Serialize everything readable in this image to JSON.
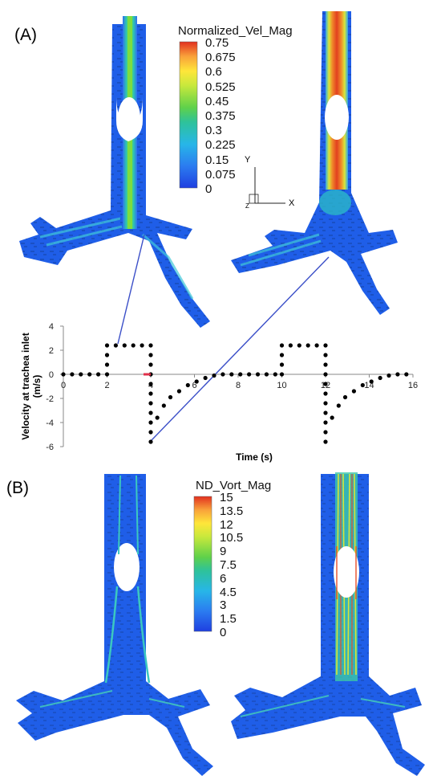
{
  "panel_a": {
    "label": "(A)",
    "colorbar": {
      "title": "Normalized_Vel_Mag",
      "ticks": [
        "0.75",
        "0.675",
        "0.6",
        "0.525",
        "0.45",
        "0.375",
        "0.3",
        "0.225",
        "0.15",
        "0.075",
        "0"
      ],
      "colors": [
        "#d7301f",
        "#f46d2a",
        "#fdae3a",
        "#fee63a",
        "#c7e83c",
        "#66d348",
        "#2ec27e",
        "#24c6c6",
        "#27a9e8",
        "#2b7cf0",
        "#1f3fe0"
      ]
    },
    "triad": {
      "y": "Y",
      "x": "X",
      "z": "Z"
    }
  },
  "panel_b": {
    "label": "(B)",
    "colorbar": {
      "title": "ND_Vort_Mag",
      "ticks": [
        "15",
        "13.5",
        "12",
        "10.5",
        "9",
        "7.5",
        "6",
        "4.5",
        "3",
        "1.5",
        "0"
      ],
      "colors": [
        "#d7301f",
        "#f46d2a",
        "#fdae3a",
        "#fee63a",
        "#c7e83c",
        "#66d348",
        "#2ec27e",
        "#24c6c6",
        "#27a9e8",
        "#2b7cf0",
        "#1f3fe0"
      ]
    }
  },
  "chart_data": {
    "type": "scatter",
    "xlabel": "Time (s)",
    "ylabel": "Velocity at trachea inlet (m/s)",
    "ylabel_lines": [
      "Velocity at trachea inlet",
      "(m/s)"
    ],
    "xlim": [
      0,
      16
    ],
    "ylim": [
      -6,
      4
    ],
    "xticks": [
      "0",
      "2",
      "4",
      "6",
      "8",
      "10",
      "12",
      "14",
      "16"
    ],
    "yticks": [
      "4",
      "2",
      "0",
      "-2",
      "-4",
      "-6"
    ],
    "grid": false,
    "series": [
      {
        "points": [
          [
            0.0,
            0
          ],
          [
            0.4,
            0
          ],
          [
            0.8,
            0
          ],
          [
            1.2,
            0
          ],
          [
            1.6,
            0
          ],
          [
            2.0,
            0
          ],
          [
            2.0,
            0.8
          ],
          [
            2.0,
            1.6
          ],
          [
            2.0,
            2.4
          ],
          [
            2.4,
            2.4
          ],
          [
            2.8,
            2.4
          ],
          [
            3.2,
            2.4
          ],
          [
            3.6,
            2.4
          ],
          [
            4.0,
            2.4
          ],
          [
            4.0,
            1.6
          ],
          [
            4.0,
            0.8
          ],
          [
            4.0,
            0
          ],
          [
            4.0,
            -0.8
          ],
          [
            4.0,
            -1.6
          ],
          [
            4.0,
            -2.4
          ],
          [
            4.0,
            -3.2
          ],
          [
            4.0,
            -4.0
          ],
          [
            4.0,
            -4.8
          ],
          [
            4.0,
            -5.6
          ],
          [
            4.3,
            -3.6
          ],
          [
            4.6,
            -2.6
          ],
          [
            4.9,
            -1.9
          ],
          [
            5.3,
            -1.4
          ],
          [
            5.7,
            -0.9
          ],
          [
            6.1,
            -0.6
          ],
          [
            6.5,
            -0.3
          ],
          [
            6.9,
            -0.1
          ],
          [
            7.3,
            0
          ],
          [
            7.7,
            0
          ],
          [
            8.1,
            0
          ],
          [
            8.5,
            0
          ],
          [
            8.9,
            0
          ],
          [
            9.3,
            0
          ],
          [
            9.7,
            0
          ],
          [
            10.0,
            0
          ],
          [
            10.0,
            0.8
          ],
          [
            10.0,
            1.6
          ],
          [
            10.0,
            2.4
          ],
          [
            10.4,
            2.4
          ],
          [
            10.8,
            2.4
          ],
          [
            11.2,
            2.4
          ],
          [
            11.6,
            2.4
          ],
          [
            12.0,
            2.4
          ],
          [
            12.0,
            1.6
          ],
          [
            12.0,
            0.8
          ],
          [
            12.0,
            0
          ],
          [
            12.0,
            -0.8
          ],
          [
            12.0,
            -1.6
          ],
          [
            12.0,
            -2.4
          ],
          [
            12.0,
            -3.2
          ],
          [
            12.0,
            -4.0
          ],
          [
            12.0,
            -4.8
          ],
          [
            12.0,
            -5.6
          ],
          [
            12.3,
            -3.6
          ],
          [
            12.6,
            -2.6
          ],
          [
            12.9,
            -1.9
          ],
          [
            13.3,
            -1.4
          ],
          [
            13.7,
            -0.9
          ],
          [
            14.1,
            -0.6
          ],
          [
            14.5,
            -0.3
          ],
          [
            14.9,
            -0.1
          ],
          [
            15.3,
            0
          ],
          [
            15.7,
            0
          ]
        ]
      }
    ],
    "highlight": [
      4.0,
      0
    ]
  }
}
